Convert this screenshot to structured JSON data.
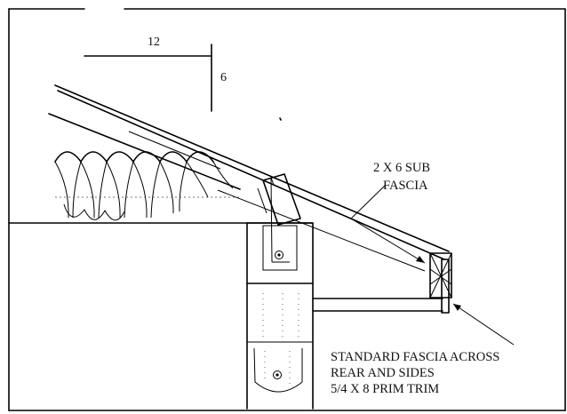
{
  "pitch": {
    "run": "12",
    "rise": "6"
  },
  "callouts": {
    "sub_fascia": [
      "2 X 6 SUB",
      "FASCIA"
    ],
    "standard_fascia": [
      "STANDARD FASCIA ACROSS",
      "REAR AND SIDES",
      "5/4 X 8 PRIM TRIM"
    ]
  }
}
